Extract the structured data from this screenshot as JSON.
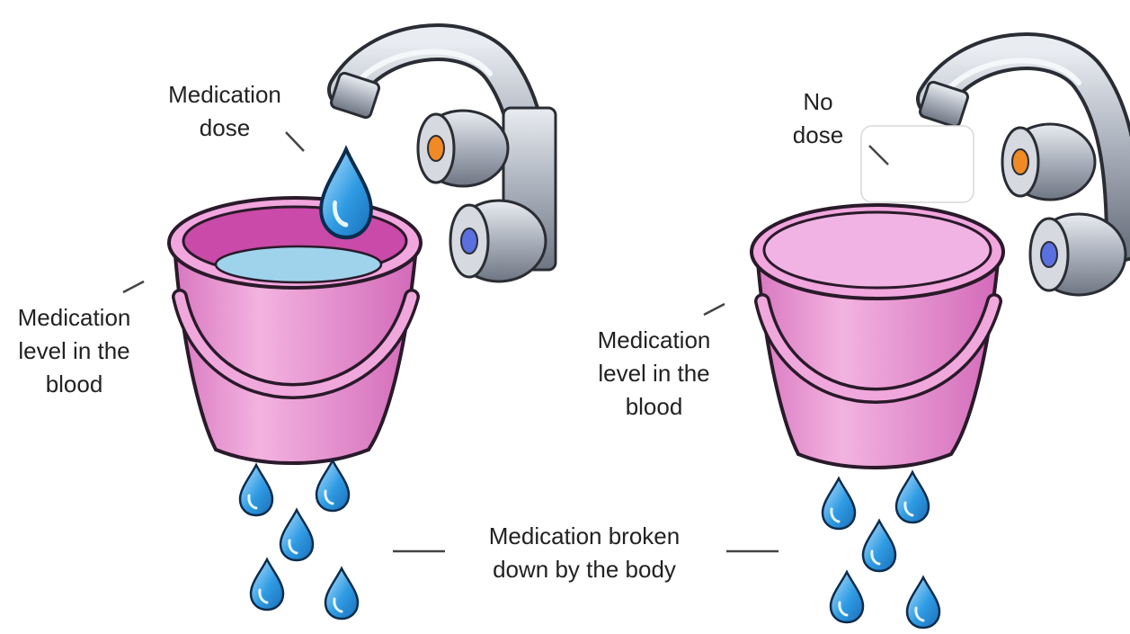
{
  "left_panel": {
    "dose_label": [
      "Medication",
      "dose"
    ],
    "level_label": [
      "Medication",
      "level in the",
      "blood"
    ]
  },
  "right_panel": {
    "dose_label": [
      "No",
      "dose"
    ],
    "level_label": [
      "Medication",
      "level in the",
      "blood"
    ]
  },
  "shared": {
    "broken_down_label": [
      "Medication broken",
      "down by the body"
    ]
  },
  "colors": {
    "bucket_pink": "#ee9bd6",
    "bucket_dark": "#c94aa8",
    "water_blue": "#9fd3ec",
    "drop_blue": "#2e8fd8",
    "faucet_gray": "#9aa1ad",
    "hot_knob": "#f08a24",
    "cold_knob": "#5a6fe0",
    "text": "#222222"
  },
  "icons": [
    "faucet-icon",
    "bucket-icon",
    "water-drop-icon"
  ]
}
